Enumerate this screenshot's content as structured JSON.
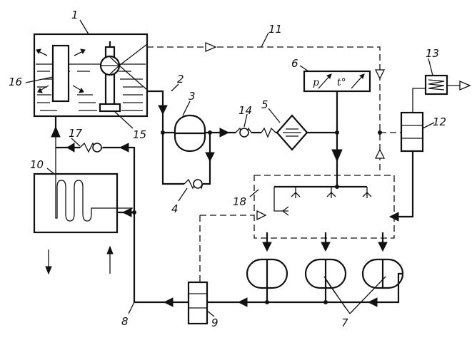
{
  "labels": {
    "n1": "1",
    "n2": "2",
    "n3": "3",
    "n4": "4",
    "n5": "5",
    "n6": "6",
    "n7": "7",
    "n8": "8",
    "n9": "9",
    "n10": "10",
    "n11": "11",
    "n12": "12",
    "n13": "13",
    "n14": "14",
    "n15": "15",
    "n16": "16",
    "n17": "17",
    "n18": "18"
  },
  "meter": {
    "p": "p",
    "t": "t°"
  },
  "colors": {
    "line": "#111111",
    "background": "#ffffff"
  },
  "icons": {
    "check_valve": "check-valve-icon",
    "filter": "filter-icon",
    "pump": "pump-icon",
    "flow_arrow": "flow-arrow-icon",
    "signal_arrow": "signal-arrow-icon",
    "spray_nozzle": "spray-nozzle-icon"
  }
}
